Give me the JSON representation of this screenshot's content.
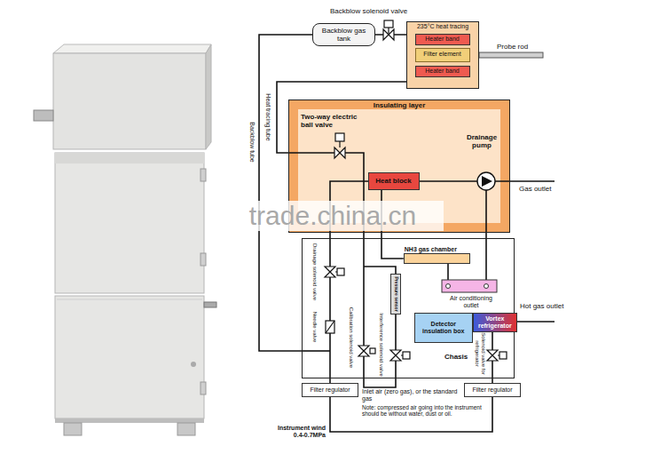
{
  "diagram": {
    "nodes": [
      {
        "text": [
          "Backblow gas tank"
        ]
      },
      {
        "text": [
          "235°C heat tracing"
        ]
      },
      {
        "text": [
          "Heater band"
        ],
        "in": 1
      },
      {
        "text": [
          "Filter element"
        ],
        "in": 1
      },
      {
        "text": [
          "Heater band"
        ],
        "in": 1
      },
      {
        "text": [
          "Insulating layer"
        ]
      },
      {
        "text": [
          "Heat block"
        ],
        "in": 5
      },
      {
        "text": [
          "Chasis"
        ]
      },
      {
        "text": [
          "NH3 gas chamber"
        ],
        "in": 7
      },
      {
        "text": [
          "Pressure sensor"
        ],
        "in": 7
      },
      {
        "text": [
          "Detector insulation box"
        ],
        "in": 7
      },
      {
        "text": [
          "Vortex refrigerator"
        ],
        "in": 7
      },
      {
        "text": [
          "Filter regulator"
        ]
      },
      {
        "text": [
          "Filter regulator"
        ]
      }
    ],
    "edges": [
      {
        "from": 0,
        "to": 1,
        "arrow": "none"
      },
      {
        "from": 1,
        "to": 5,
        "arrow": "none"
      },
      {
        "from": 0,
        "to": 7,
        "arrow": "none"
      },
      {
        "from": 6,
        "to": 8,
        "arrow": "none"
      },
      {
        "from": 12,
        "to": 7,
        "arrow": "none"
      },
      {
        "from": 13,
        "to": 11,
        "arrow": "none"
      },
      {
        "from": 12,
        "to": 13,
        "arrow": "none"
      }
    ],
    "labels": [
      "Backblow solenoid valve",
      "Probe rod",
      "Backblow tube",
      "Heat tracing tube",
      "Two-way electric ball valve",
      "Drainage pump",
      "Gas outlet",
      "trade.china.cn",
      "Drainage solenoid valve",
      "Needle valve",
      "Air conditioning outlet",
      "Hot gas outlet",
      "Calibration solenoid valve",
      "Interference solenoid valve",
      "Solenoid valve for refrigerator",
      "Inlet air (zero gas), or the standard gas",
      "Note: compressed air going into the instrument should be without water, dust or oil.",
      "Instrument wind 0.4-0.7MPa"
    ]
  }
}
